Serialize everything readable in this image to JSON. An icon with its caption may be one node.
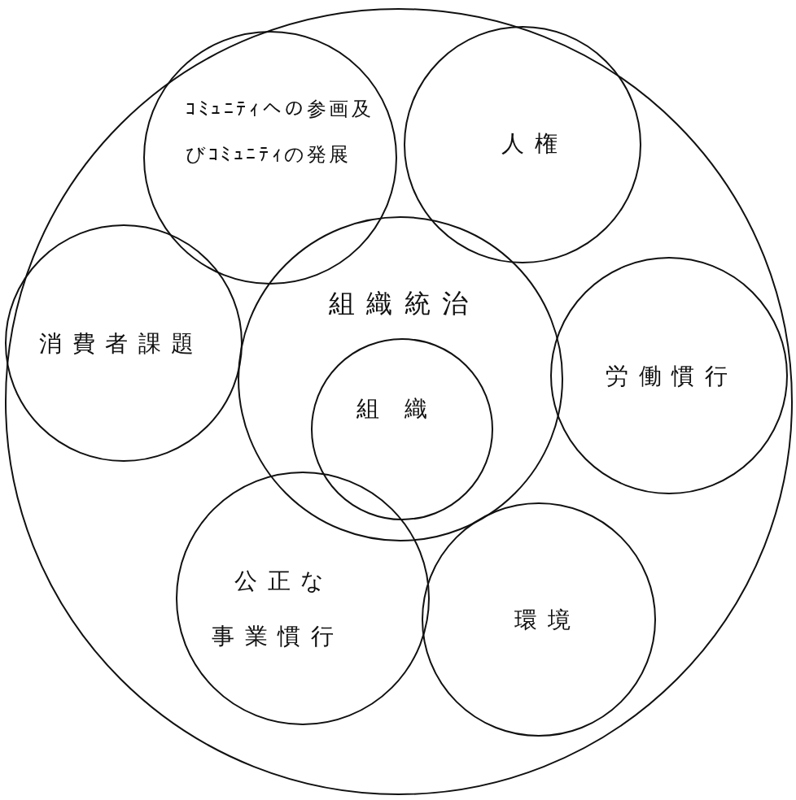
{
  "diagram": {
    "nodes": [
      {
        "text": [],
        "shape": "circle"
      },
      {
        "text": [
          "ｺﾐｭﾆﾃｨへの参画及びｺﾐｭﾆﾃｨの発展"
        ],
        "in": 0
      },
      {
        "text": [
          "人権"
        ],
        "in": 0
      },
      {
        "text": [
          "組織統治"
        ],
        "in": 0
      },
      {
        "text": [
          "組織"
        ],
        "in": 3
      },
      {
        "text": [
          "消費者課題"
        ],
        "in": 0
      },
      {
        "text": [
          "労働慣行"
        ],
        "in": 0
      },
      {
        "text": [
          "公正な事業慣行"
        ],
        "in": 0
      },
      {
        "text": [
          "環境"
        ],
        "in": 0
      }
    ]
  }
}
